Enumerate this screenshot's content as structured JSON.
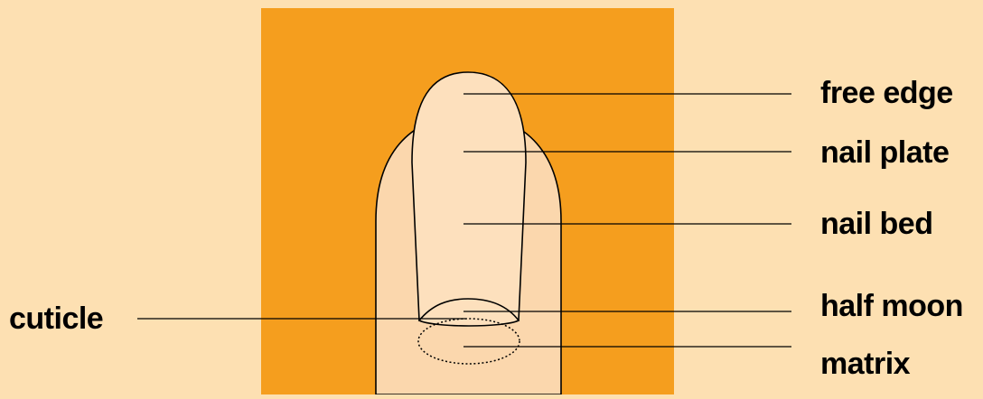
{
  "colors": {
    "background": "#fde0b2",
    "panel": "#f59e1e",
    "finger_skin": "#fbd7ad",
    "nail": "#fde0bd",
    "outline": "#000000"
  },
  "labels": {
    "free_edge": "free edge",
    "nail_plate": "nail plate",
    "nail_bed": "nail bed",
    "half_moon": "half moon",
    "matrix": "matrix",
    "cuticle": "cuticle"
  }
}
